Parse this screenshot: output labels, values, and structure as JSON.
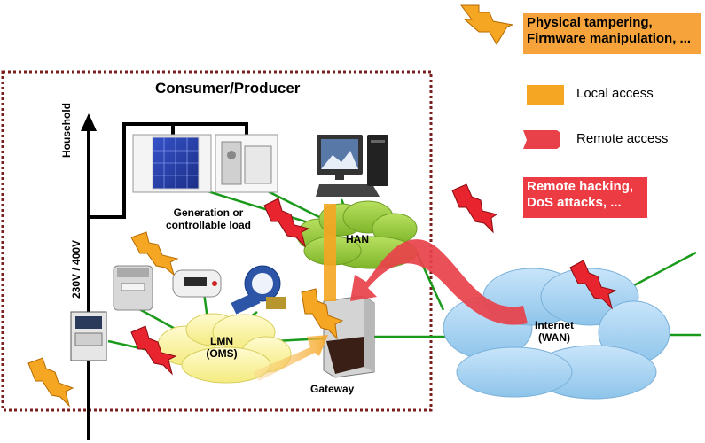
{
  "legend": {
    "physical_line1": "Physical tampering,",
    "physical_line2": "Firmware manipulation, ...",
    "local_access": "Local access",
    "remote_access": "Remote access",
    "remote_line1": "Remote hacking,",
    "remote_line2": "DoS attacks, ..."
  },
  "labels": {
    "consumer_producer": "Consumer/Producer",
    "household": "Household",
    "voltage": "230V / 400V",
    "generation_line1": "Generation or",
    "generation_line2": "controllable load",
    "han": "HAN",
    "lmn": "LMN",
    "oms": "(OMS)",
    "gateway": "Gateway",
    "internet": "Internet",
    "wan": "(WAN)"
  },
  "colors": {
    "local_access": "#f5a623",
    "remote_access": "#e8414a",
    "physical_box": "#f5a33a",
    "remote_box": "#ec3b43",
    "han_cloud": "#98cc3c",
    "lmn_cloud": "#fbf6a6",
    "internet_cloud": "#a9d4f2",
    "boundary": "#7a1e1e",
    "link": "#1a9a1a"
  }
}
